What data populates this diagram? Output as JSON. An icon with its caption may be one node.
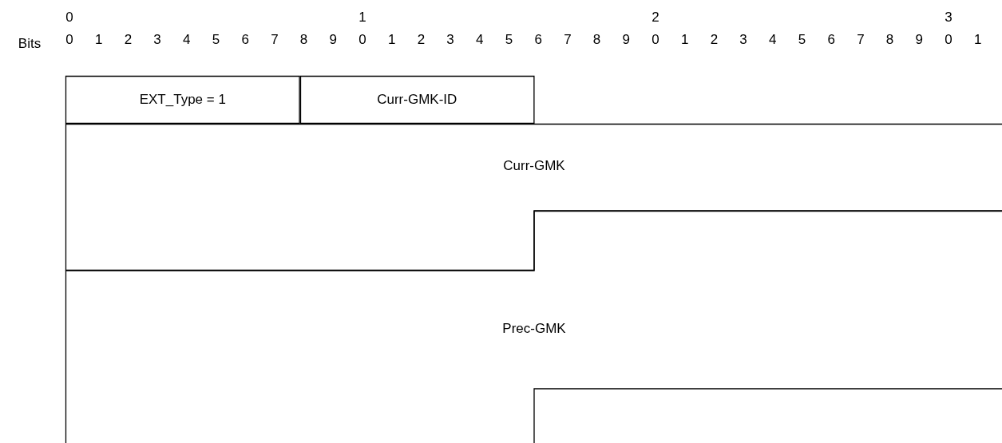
{
  "diagram": {
    "nodes": [
      {
        "text": [
          "EXT_Type = 1"
        ]
      },
      {
        "text": [
          "Curr-GMK-ID"
        ]
      },
      {
        "text": [
          "Curr-GMK"
        ]
      },
      {
        "text": [
          "Prec-GMK"
        ]
      }
    ],
    "labels": [
      "0",
      "1",
      "2",
      "3",
      "Bits",
      "0",
      "1",
      "2",
      "3",
      "4",
      "5",
      "6",
      "7",
      "8",
      "9",
      "0",
      "1",
      "2",
      "3",
      "4",
      "5",
      "6",
      "7",
      "8",
      "9",
      "0",
      "1",
      "2",
      "3",
      "4",
      "5",
      "6",
      "7",
      "8",
      "9",
      "0",
      "1"
    ]
  }
}
